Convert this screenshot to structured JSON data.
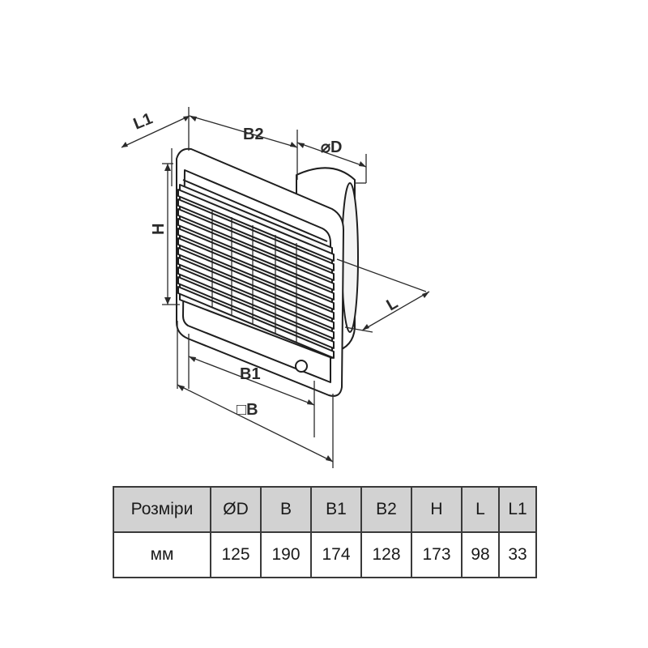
{
  "diagram": {
    "labels": {
      "l1": "L1",
      "b2": "B2",
      "d": "⌀D",
      "h": "H",
      "l": "L",
      "b1": "B1",
      "b": "□B"
    }
  },
  "table": {
    "header_label": "Розміри",
    "unit_label": "мм",
    "columns": [
      "ØD",
      "B",
      "B1",
      "B2",
      "H",
      "L",
      "L1"
    ],
    "values": [
      "125",
      "190",
      "174",
      "128",
      "173",
      "98",
      "33"
    ]
  }
}
